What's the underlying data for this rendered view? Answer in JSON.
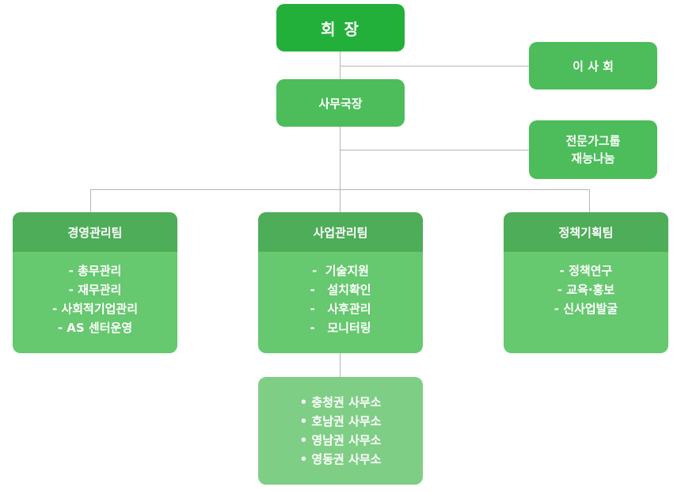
{
  "chairman": "회 장",
  "board": "이 사 회",
  "secretary_general": "사무국장",
  "expert_group": [
    "전문가그룹",
    "재능나눔"
  ],
  "teams": [
    {
      "title": "경영관리팀",
      "items": [
        "- 총무관리",
        "- 재무관리",
        "- 사회적기업관리",
        "- AS 센터운영"
      ]
    },
    {
      "title": "사업관리팀",
      "items": [
        "-  기술지원",
        "-   설치확인",
        "-   사후관리",
        "-   모니터링"
      ]
    },
    {
      "title": "정책기획팀",
      "items": [
        "- 정책연구",
        "- 교육·홍보",
        "- 신사업발굴"
      ]
    }
  ],
  "regional_offices": [
    "충청권 사무소",
    "호남권 사무소",
    "영남권 사무소",
    "영동권 사무소"
  ],
  "colors": {
    "chairman": "#22b03b",
    "node": "#4cbd5a",
    "team_header": "#4ead58",
    "team_body": "#66c86f",
    "office": "#7fce85",
    "connector": "#b5b5b5"
  }
}
